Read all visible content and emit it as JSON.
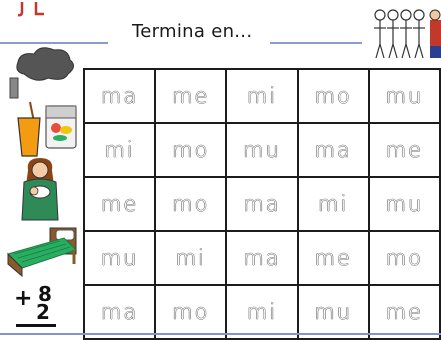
{
  "header": {
    "title": "Termina en..."
  },
  "rows": [
    {
      "icon": "factory-smoke-icon",
      "cells": [
        "ma",
        "me",
        "mi",
        "mo",
        "mu"
      ]
    },
    {
      "icon": "juice-and-lunchbox-icon",
      "cells": [
        "mi",
        "mo",
        "mu",
        "ma",
        "me"
      ]
    },
    {
      "icon": "mother-with-baby-icon",
      "cells": [
        "me",
        "mo",
        "ma",
        "mi",
        "mu"
      ]
    },
    {
      "icon": "bed-icon",
      "cells": [
        "mu",
        "mi",
        "ma",
        "me",
        "mo"
      ]
    },
    {
      "icon": "math-addition-icon",
      "cells": [
        "ma",
        "mo",
        "mi",
        "mu",
        "me"
      ]
    }
  ],
  "math": {
    "top": "8",
    "operator": "+",
    "bottom": "2"
  },
  "colors": {
    "rule": "#8a9bd6",
    "grid_line": "#1c1c1c",
    "trace_text": "#6b6b6b"
  }
}
